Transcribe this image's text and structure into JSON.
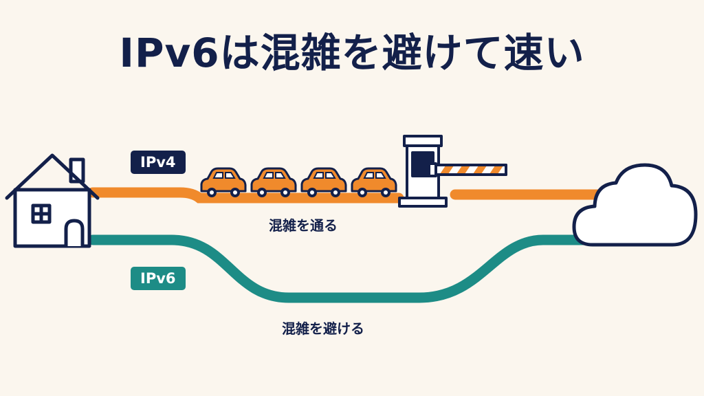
{
  "title": "IPv6は混雑を避けて速い",
  "routes": {
    "ipv4": {
      "label": "IPv4",
      "caption": "混雑を通る",
      "color": "#f08a2c"
    },
    "ipv6": {
      "label": "IPv6",
      "caption": "混雑を避ける",
      "color": "#1d8c86"
    }
  },
  "colors": {
    "ink": "#13204a",
    "background": "#fbf6ee",
    "car": "#f08a2c",
    "barrier_stripe": "#f08a2c"
  },
  "icons": [
    "house-icon",
    "car-icon",
    "toll-gate-icon",
    "cloud-icon"
  ]
}
